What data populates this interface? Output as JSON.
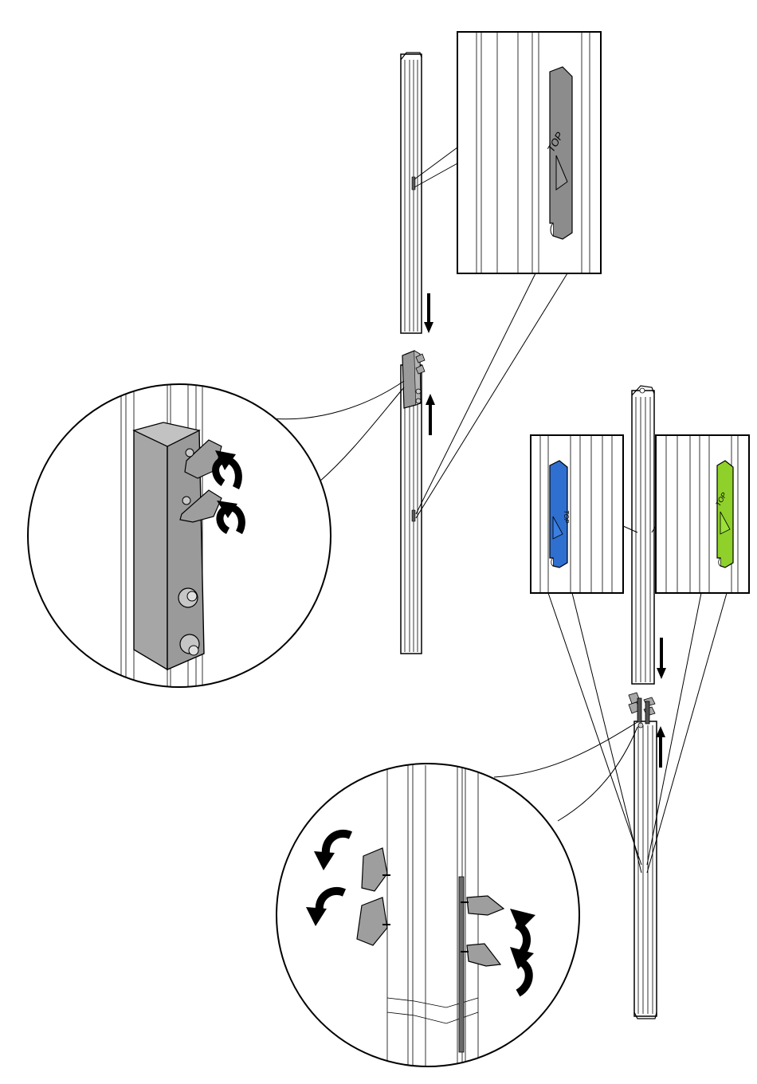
{
  "diagram": {
    "labels": {
      "top_label_grey": "TOP",
      "top_label_blue": "TOP",
      "top_label_green": "TOP"
    },
    "colors": {
      "outline": "#000000",
      "bracket_grey": "#a0a0a0",
      "bracket_grey_dark": "#8a8a8a",
      "insert_blue": "#2f6fd0",
      "insert_green": "#8fd12a",
      "background": "#ffffff"
    },
    "icons": [
      "rotate-arrow-icon",
      "push-arrow-down-icon",
      "push-arrow-up-icon",
      "magnify-callout-circle",
      "magnify-callout-box"
    ]
  }
}
